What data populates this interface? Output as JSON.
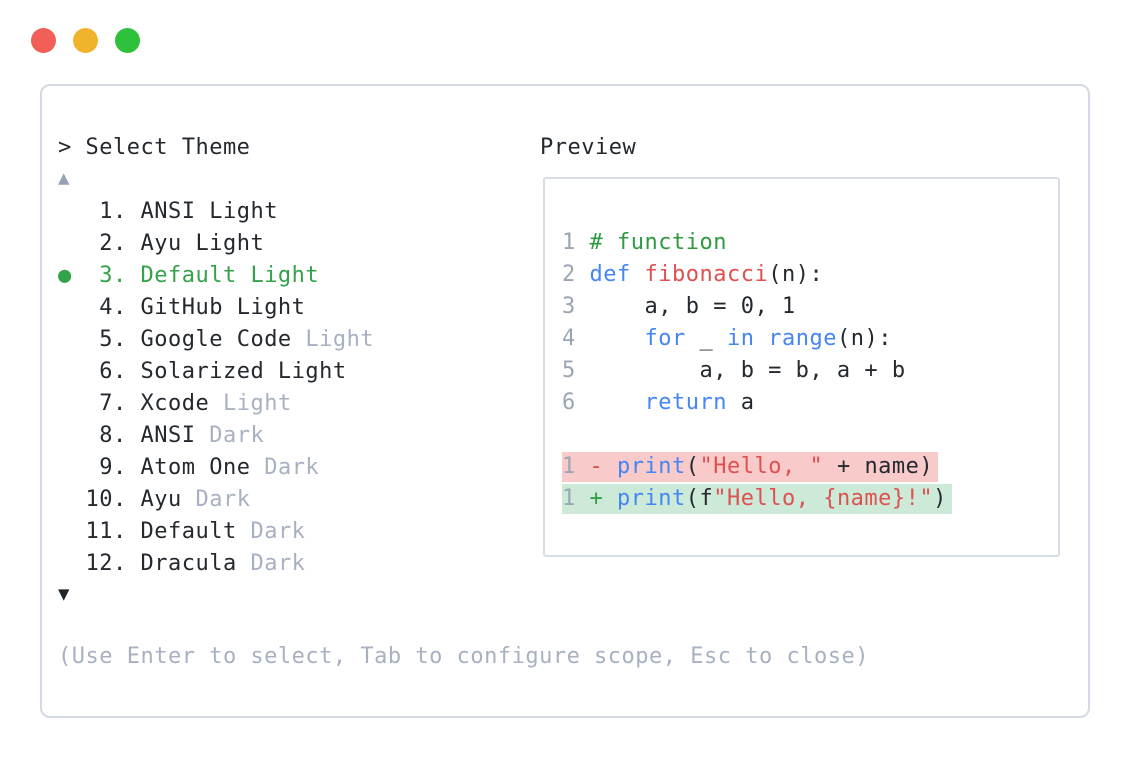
{
  "window": {
    "traffic_lights": [
      {
        "name": "close",
        "color": "#f15f57"
      },
      {
        "name": "minimize",
        "color": "#f2b32c"
      },
      {
        "name": "zoom",
        "color": "#2ec23c"
      }
    ]
  },
  "colors": {
    "text": "#24292f",
    "muted": "#a7b1c1",
    "line_number": "#9aa5b4",
    "selected_green": "#34a24a",
    "comment_green": "#2e9b41",
    "keyword_blue": "#4486f4",
    "string_red": "#de5150",
    "diff_removed_bg": "#f8caca",
    "diff_added_bg": "#cdead8",
    "diff_minus": "#d94c44",
    "diff_plus": "#2f9e44",
    "border": "#d4dae3"
  },
  "selector": {
    "prompt": "> Select Theme",
    "scroll_up": "▲",
    "scroll_down": "▼",
    "selected_marker": "●",
    "help": "(Use Enter to select, Tab to configure scope, Esc to close)",
    "items": [
      {
        "number": "1",
        "name": "ANSI Light"
      },
      {
        "number": "2",
        "name": "Ayu Light"
      },
      {
        "number": "3",
        "name": "Default Light",
        "selected": true
      },
      {
        "number": "4",
        "name": "GitHub Light"
      },
      {
        "number": "5",
        "name": "Google Code",
        "muted_suffix": "Light"
      },
      {
        "number": "6",
        "name": "Solarized Light"
      },
      {
        "number": "7",
        "name": "Xcode",
        "muted_suffix": "Light"
      },
      {
        "number": "8",
        "name": "ANSI",
        "muted_suffix": "Dark"
      },
      {
        "number": "9",
        "name": "Atom One",
        "muted_suffix": "Dark"
      },
      {
        "number": "10",
        "name": "Ayu",
        "muted_suffix": "Dark"
      },
      {
        "number": "11",
        "name": "Default",
        "muted_suffix": "Dark"
      },
      {
        "number": "12",
        "name": "Dracula",
        "muted_suffix": "Dark"
      }
    ]
  },
  "preview": {
    "label": "Preview",
    "code_lines": [
      {
        "ln": "1",
        "segments": [
          {
            "t": "# function",
            "c": "comment"
          }
        ]
      },
      {
        "ln": "2",
        "segments": [
          {
            "t": "def",
            "c": "kw"
          },
          {
            "t": " ",
            "c": "plain"
          },
          {
            "t": "fibonacci",
            "c": "fn"
          },
          {
            "t": "(n):",
            "c": "plain"
          }
        ]
      },
      {
        "ln": "3",
        "segments": [
          {
            "t": "    a, b = 0, 1",
            "c": "plain"
          }
        ]
      },
      {
        "ln": "4",
        "segments": [
          {
            "t": "    ",
            "c": "plain"
          },
          {
            "t": "for",
            "c": "kw"
          },
          {
            "t": " _ ",
            "c": "plain"
          },
          {
            "t": "in",
            "c": "kw"
          },
          {
            "t": " ",
            "c": "plain"
          },
          {
            "t": "range",
            "c": "kw"
          },
          {
            "t": "(n):",
            "c": "plain"
          }
        ]
      },
      {
        "ln": "5",
        "segments": [
          {
            "t": "        a, b = b, a + b",
            "c": "plain"
          }
        ]
      },
      {
        "ln": "6",
        "segments": [
          {
            "t": "    ",
            "c": "plain"
          },
          {
            "t": "return",
            "c": "kw"
          },
          {
            "t": " a",
            "c": "plain"
          }
        ]
      },
      {
        "ln": "",
        "segments": []
      },
      {
        "ln": "1",
        "diff": "removed",
        "segments": [
          {
            "t": "- ",
            "c": "minus"
          },
          {
            "t": "print",
            "c": "kw"
          },
          {
            "t": "(",
            "c": "plain"
          },
          {
            "t": "\"Hello, \"",
            "c": "str"
          },
          {
            "t": " + name)",
            "c": "plain"
          }
        ]
      },
      {
        "ln": "1",
        "diff": "added",
        "segments": [
          {
            "t": "+ ",
            "c": "plus"
          },
          {
            "t": "print",
            "c": "kw"
          },
          {
            "t": "(f",
            "c": "plain"
          },
          {
            "t": "\"Hello, {name}!\"",
            "c": "str"
          },
          {
            "t": ")",
            "c": "plain"
          }
        ]
      }
    ]
  }
}
